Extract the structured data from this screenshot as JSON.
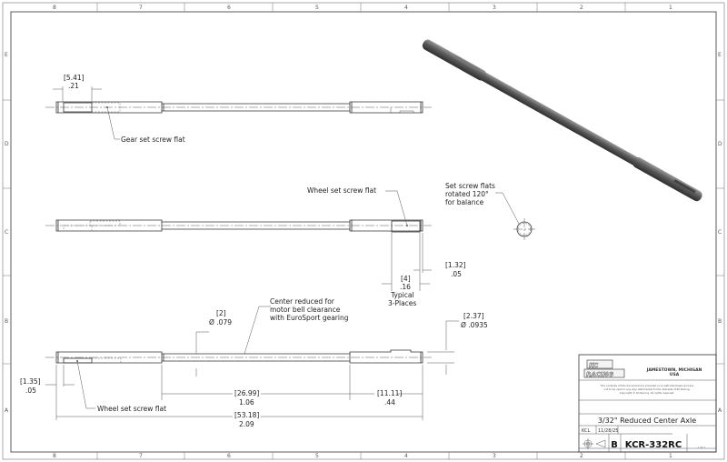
{
  "zones": {
    "columns": [
      "8",
      "7",
      "6",
      "5",
      "4",
      "3",
      "2",
      "1"
    ],
    "rows": [
      "E",
      "D",
      "C",
      "B",
      "A"
    ]
  },
  "view1": {
    "dim_mm": "[5.41]",
    "dim_in": ".21",
    "note": "Gear set screw flat"
  },
  "view2": {
    "note": "Wheel set screw flat",
    "dim1_mm": "[1.32]",
    "dim1_in": ".05",
    "dim2_mm": "[4]",
    "dim2_in": ".16",
    "dim2_note1": "Typical",
    "dim2_note2": "3-Places"
  },
  "end_view": {
    "note": [
      "Set screw flats",
      "rotated 120°",
      "for balance"
    ]
  },
  "view3": {
    "note": [
      "Center reduced for",
      "motor bell clearance",
      "with EuroSport gearing"
    ],
    "dia_small_mm": "[2]",
    "dia_small_in": "Ø .079",
    "dia_large_mm": "[2.37]",
    "dia_large_in": "Ø .0935",
    "left_mm": "[1.35]",
    "left_in": ".05",
    "center_mm": "[26.99]",
    "center_in": "1.06",
    "right_mm": "[11.11]",
    "right_in": ".44",
    "total_mm": "[53.18]",
    "total_in": "2.09",
    "flat_note": "Wheel set screw flat"
  },
  "title_block": {
    "logo_text": "KC RACING",
    "location1": "JAMESTOWN, MICHIGAN",
    "location2": "USA",
    "disclaimer": [
      "The contents of this document are provided on a restricted basis and are",
      "not to be used in any way detrimental to the interests of KC Racing.",
      "Copyright © KC Racing. All rights reserved."
    ],
    "title": "3/32\" Reduced Center Axle",
    "drawn_by": "KCL",
    "date": "11/28/25",
    "size": "B",
    "part_number": "KCR-332RC",
    "sheet": "1 OF 1"
  }
}
